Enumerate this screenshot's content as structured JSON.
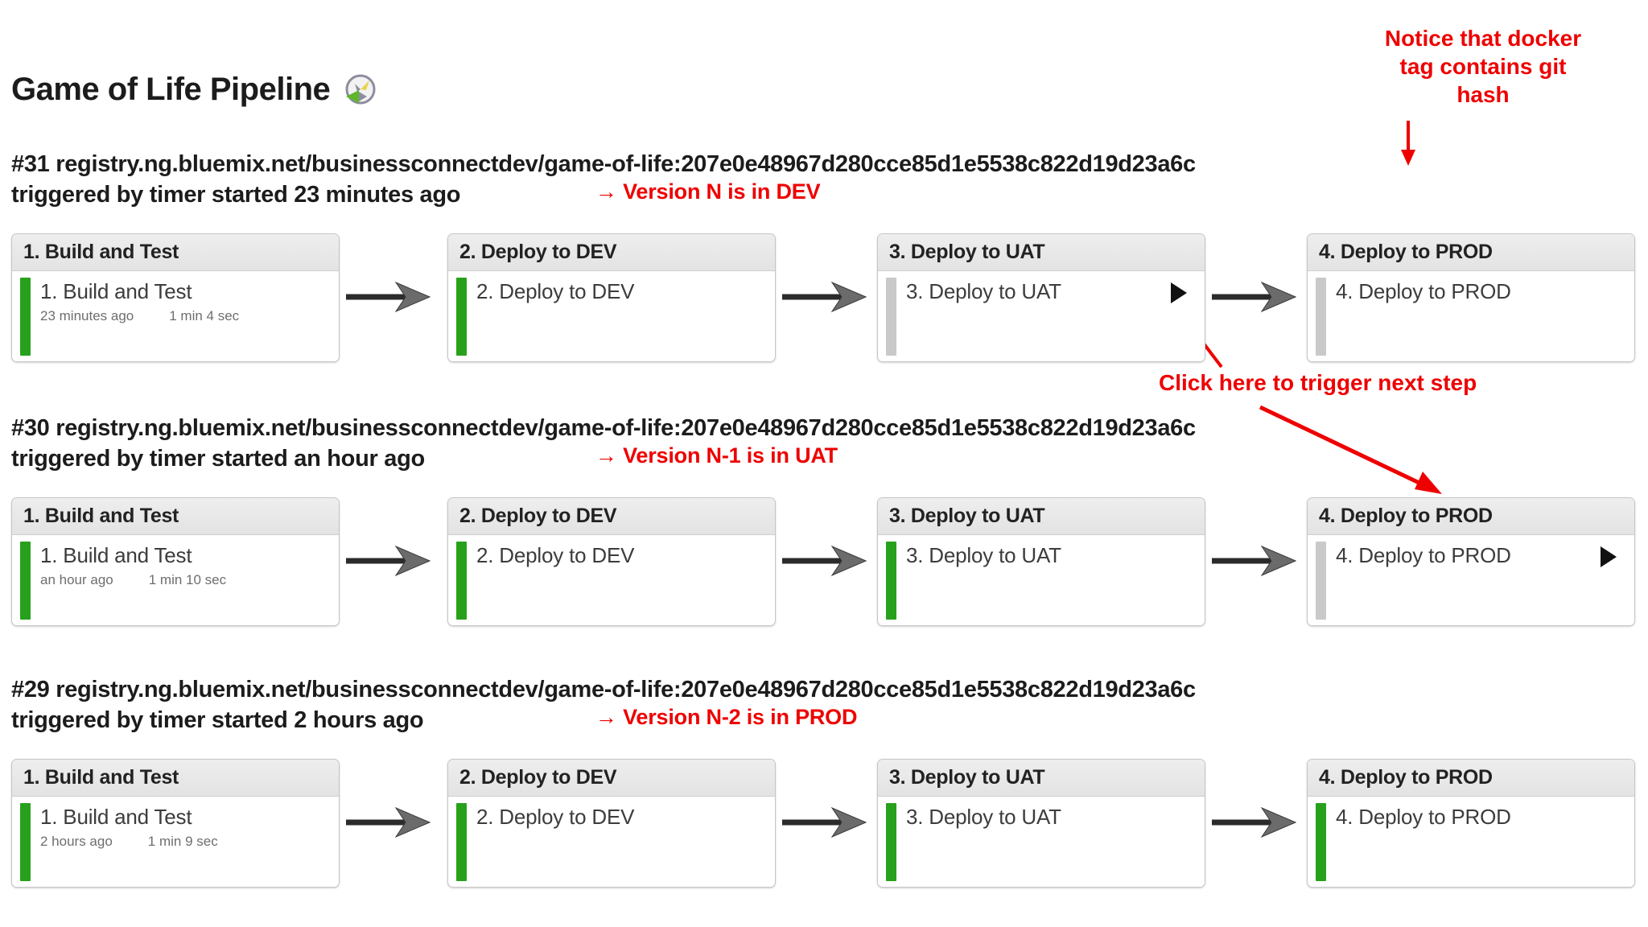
{
  "page": {
    "title": "Game of Life Pipeline",
    "title_icon": "pipeline-gauge-icon"
  },
  "colors": {
    "annotation_red": "#ee0000",
    "status_success_green": "#27a11c",
    "status_pending_grey": "#c9c9c9",
    "card_header_grey": "#e6e6e6"
  },
  "annotations": [
    {
      "name": "docker-tag-note",
      "text": "Notice that docker\ntag contains git\nhash"
    },
    {
      "name": "click-trigger-note",
      "text": "Click here to trigger next step"
    }
  ],
  "runs": [
    {
      "id": "#31",
      "image": "registry.ng.bluemix.net/businessconnectdev/game-of-life:207e0e48967d280cce85d1e5538c822d19d23a6c",
      "line1": "#31 registry.ng.bluemix.net/businessconnectdev/game-of-life:207e0e48967d280cce85d1e5538c822d19d23a6c",
      "line2": "triggered by timer started 23 minutes ago",
      "note": "→ Version N is in DEV",
      "stages": [
        {
          "header": "1. Build and Test",
          "job": "1. Build and Test",
          "started": "23 minutes ago",
          "duration": "1 min 4 sec",
          "status": "success",
          "has_play": false
        },
        {
          "header": "2. Deploy to DEV",
          "job": "2. Deploy to DEV",
          "started": "",
          "duration": "",
          "status": "success",
          "has_play": false
        },
        {
          "header": "3. Deploy to UAT",
          "job": "3. Deploy to UAT",
          "started": "",
          "duration": "",
          "status": "pending",
          "has_play": true
        },
        {
          "header": "4. Deploy to PROD",
          "job": "4. Deploy to PROD",
          "started": "",
          "duration": "",
          "status": "pending",
          "has_play": false
        }
      ]
    },
    {
      "id": "#30",
      "image": "registry.ng.bluemix.net/businessconnectdev/game-of-life:207e0e48967d280cce85d1e5538c822d19d23a6c",
      "line1": "#30 registry.ng.bluemix.net/businessconnectdev/game-of-life:207e0e48967d280cce85d1e5538c822d19d23a6c",
      "line2": "triggered by timer started an hour ago",
      "note": "→ Version N-1 is in UAT",
      "stages": [
        {
          "header": "1. Build and Test",
          "job": "1. Build and Test",
          "started": "an hour ago",
          "duration": "1 min 10 sec",
          "status": "success",
          "has_play": false
        },
        {
          "header": "2. Deploy to DEV",
          "job": "2. Deploy to DEV",
          "started": "",
          "duration": "",
          "status": "success",
          "has_play": false
        },
        {
          "header": "3. Deploy to UAT",
          "job": "3. Deploy to UAT",
          "started": "",
          "duration": "",
          "status": "success",
          "has_play": false
        },
        {
          "header": "4. Deploy to PROD",
          "job": "4. Deploy to PROD",
          "started": "",
          "duration": "",
          "status": "pending",
          "has_play": true
        }
      ]
    },
    {
      "id": "#29",
      "image": "registry.ng.bluemix.net/businessconnectdev/game-of-life:207e0e48967d280cce85d1e5538c822d19d23a6c",
      "line1": "#29 registry.ng.bluemix.net/businessconnectdev/game-of-life:207e0e48967d280cce85d1e5538c822d19d23a6c",
      "line2": "triggered by timer started 2 hours ago",
      "note": "→ Version N-2 is in PROD",
      "stages": [
        {
          "header": "1. Build and Test",
          "job": "1. Build and Test",
          "started": "2 hours ago",
          "duration": "1 min 9 sec",
          "status": "success",
          "has_play": false
        },
        {
          "header": "2. Deploy to DEV",
          "job": "2. Deploy to DEV",
          "started": "",
          "duration": "",
          "status": "success",
          "has_play": false
        },
        {
          "header": "3. Deploy to UAT",
          "job": "3. Deploy to UAT",
          "started": "",
          "duration": "",
          "status": "success",
          "has_play": false
        },
        {
          "header": "4. Deploy to PROD",
          "job": "4. Deploy to PROD",
          "started": "",
          "duration": "",
          "status": "success",
          "has_play": false
        }
      ]
    }
  ]
}
